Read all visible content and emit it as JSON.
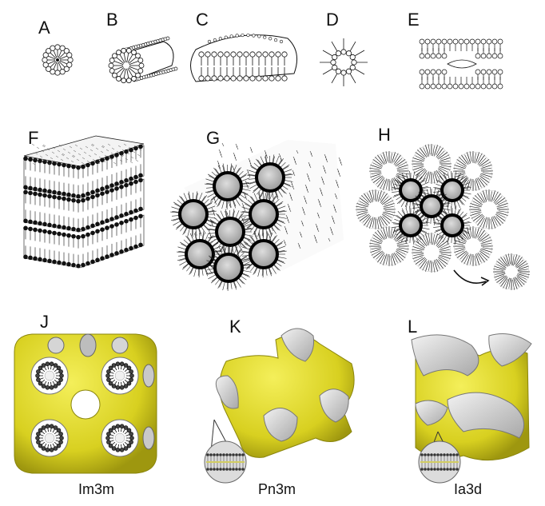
{
  "panels": [
    {
      "id": "A",
      "label": "A",
      "icon": "spherical-micelle-icon"
    },
    {
      "id": "B",
      "label": "B",
      "icon": "cylindrical-micelle-icon"
    },
    {
      "id": "C",
      "label": "C",
      "icon": "disc-micelle-icon"
    },
    {
      "id": "D",
      "label": "D",
      "icon": "reverse-micelle-icon"
    },
    {
      "id": "E",
      "label": "E",
      "icon": "bilayer-pore-icon"
    },
    {
      "id": "F",
      "label": "F",
      "icon": "lamellar-phase-icon"
    },
    {
      "id": "G",
      "label": "G",
      "icon": "hexagonal-phase-icon"
    },
    {
      "id": "H",
      "label": "H",
      "icon": "micellar-cubic-phase-icon"
    },
    {
      "id": "J",
      "label": "J",
      "caption": "Im3m",
      "icon": "primitive-cubic-phase-icon"
    },
    {
      "id": "K",
      "label": "K",
      "caption": "Pn3m",
      "icon": "diamond-cubic-phase-icon"
    },
    {
      "id": "L",
      "label": "L",
      "caption": "Ia3d",
      "icon": "gyroid-cubic-phase-icon"
    }
  ],
  "colors": {
    "surface": "#d9d21e",
    "surface_dark": "#a09a10",
    "membrane": "#c8c8c8",
    "ink": "#111111"
  }
}
